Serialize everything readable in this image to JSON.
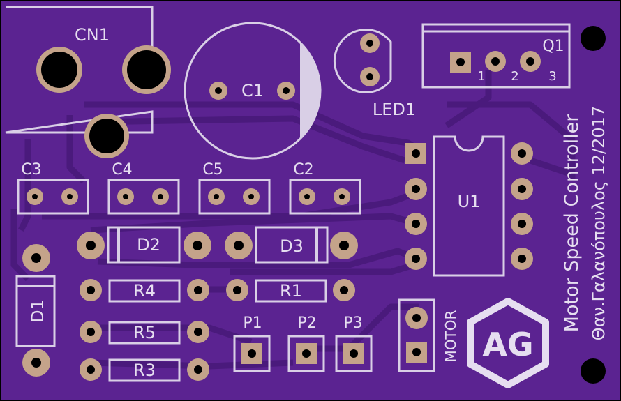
{
  "colors": {
    "board": "#5b2391",
    "trace": "#4a1a7c",
    "silk": "#d9cfe6",
    "pad": "#c4a38a",
    "hole": "#000000"
  },
  "labels": {
    "cn1": "CN1",
    "c1": "C1",
    "led1": "LED1",
    "q1": "Q1",
    "q1_pin1": "1",
    "q1_pin2": "2",
    "q1_pin3": "3",
    "c3": "C3",
    "c4": "C4",
    "c5": "C5",
    "c2": "C2",
    "u1": "U1",
    "d2": "D2",
    "d3": "D3",
    "d1": "D1",
    "r4": "R4",
    "r1": "R1",
    "r5": "R5",
    "r3": "R3",
    "p1": "P1",
    "p2": "P2",
    "p3": "P3",
    "motor": "MOTOR",
    "title": "Motor Speed Controller",
    "author": "Θαν.Γαλανόπουλος 12/2017",
    "logo": "AG"
  }
}
